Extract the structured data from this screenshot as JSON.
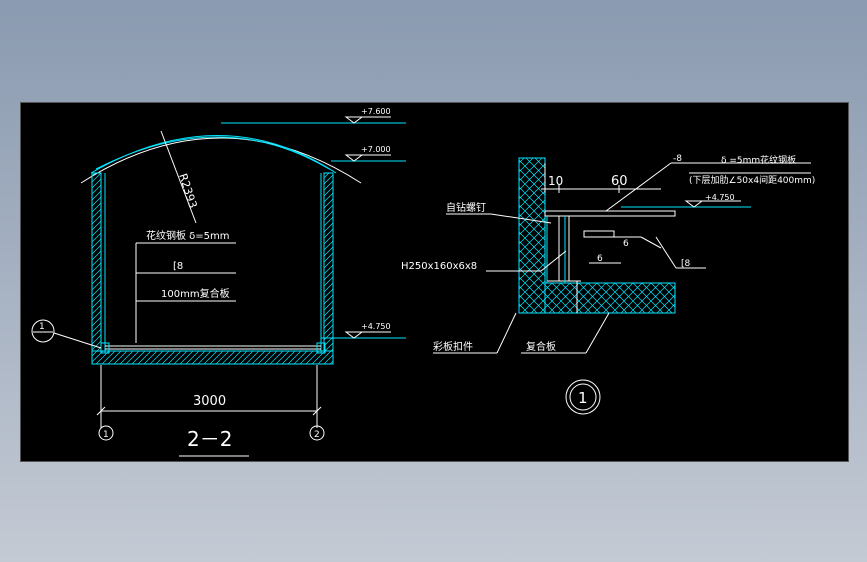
{
  "section": {
    "elev_top": "+7.600",
    "elev_mid": "+7.000",
    "elev_floor": "+4.750",
    "radius": "R2393",
    "label_plate": "花纹钢板 δ=5mm",
    "label_channel": "[8",
    "label_composite": "100mm复合板",
    "detail_ref": "1",
    "width": "3000",
    "grid_left": "1",
    "grid_right": "2",
    "title": "2－2"
  },
  "detail": {
    "dim_10": "10",
    "dim_60": "60",
    "label_minus8": "-8",
    "label_plate": "δ =5mm花纹钢板",
    "label_rib": "(下层加肋∠50x4间距400mm)",
    "elev": "+4.750",
    "label_screw": "自钻螺钉",
    "label_beam": "H250x160x6x8",
    "weld_6a": "6",
    "weld_6b": "6",
    "label_channel": "[8",
    "label_trim": "彩板扣件",
    "label_composite": "复合板",
    "title": "1"
  }
}
